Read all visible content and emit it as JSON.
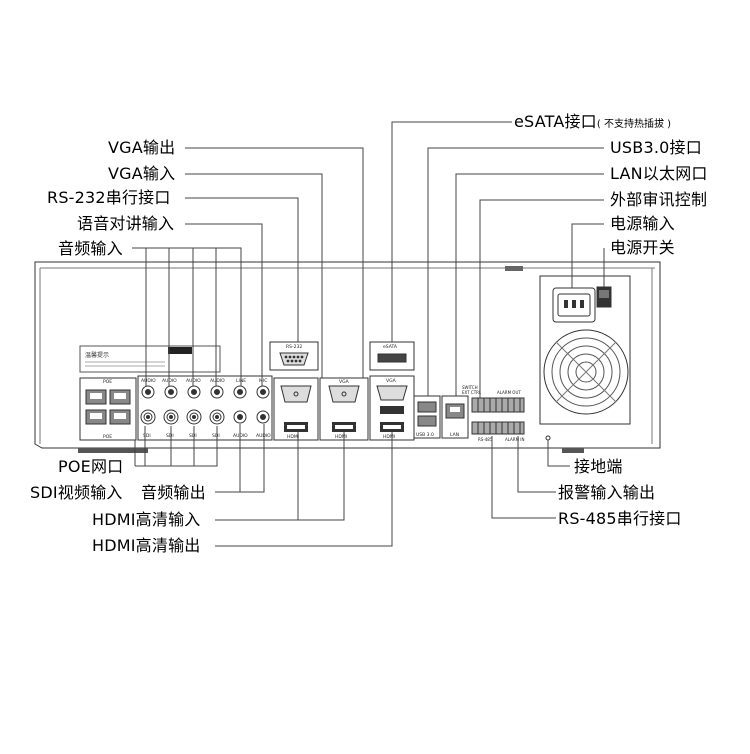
{
  "labels": {
    "vga_out": "VGA输出",
    "vga_in": "VGA输入",
    "rs232": "RS-232串行接口",
    "talkback_in": "语音对讲输入",
    "audio_in": "音频输入",
    "esata": "eSATA接口",
    "esata_note": "( 不支持热插拔 )",
    "usb3": "USB3.0接口",
    "lan": "LAN以太网口",
    "ext_control": "外部审讯控制",
    "power_in": "电源输入",
    "power_switch": "电源开关",
    "poe": "POE网口",
    "sdi_in": "SDI视频输入",
    "audio_out": "音频输出",
    "hdmi_in": "HDMI高清输入",
    "hdmi_out": "HDMI高清输出",
    "ground": "接地端",
    "alarm_io": "报警输入输出",
    "rs485": "RS-485串行接口"
  },
  "panel": {
    "poe_top": "POE",
    "poe_bottom": "POE",
    "sdi_labels": [
      "SDI",
      "SDI",
      "SDI",
      "SDI"
    ],
    "audio_top": [
      "AUDIO",
      "AUDIO",
      "AUDIO",
      "AUDIO"
    ],
    "line_label": "LINE",
    "mic_label": "MIC",
    "audio_bottom": [
      "AUDIO",
      "AUDIO"
    ],
    "rs232_label": "RS-232",
    "vga_label_1": "VGA",
    "vga_label_2": "VGA",
    "hdmi_label_1": "HDMI",
    "hdmi_label_2": "HDMI",
    "hdmi_label_3": "HDMI",
    "esata_label": "eSATA",
    "usb_label": "USB 3.0",
    "lan_label": "LAN",
    "switch_label": "SWITCH",
    "ext_ctrl_small": "EXT CTRL",
    "alarm_out_label": "ALARM OUT",
    "rs485_label": "RS-485",
    "alarm_in_label": "ALARM IN",
    "hdmi_logo": "HDMI",
    "warning_title": "温馨提示"
  }
}
